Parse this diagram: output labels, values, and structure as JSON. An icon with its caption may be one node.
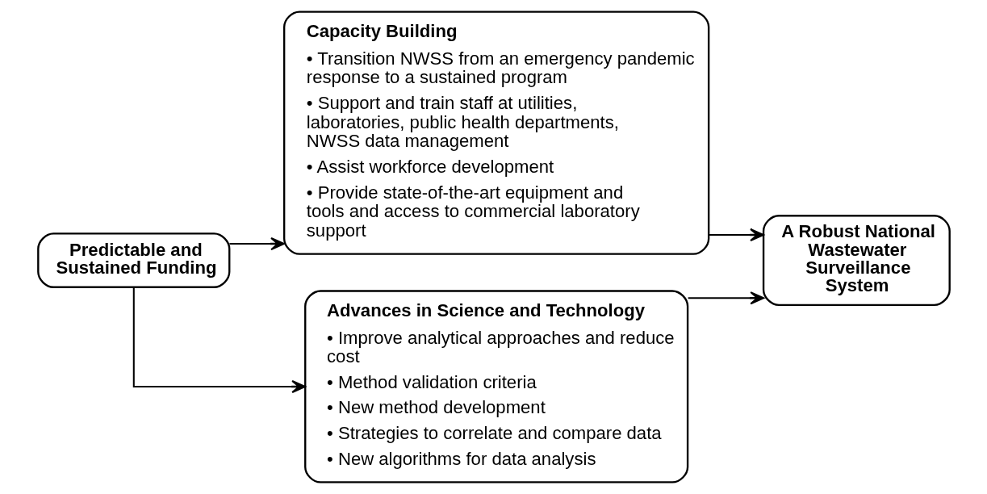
{
  "diagram": {
    "nodes": [
      {
        "text": [
          "Predictable and Sustained Funding"
        ]
      },
      {
        "text": [
          "Capacity Building",
          "• Transition NWSS from an emergency pandemic response to a sustained program",
          "• Support and train staff at utilities, laboratories, public health departments, NWSS data management",
          "• Assist workforce development",
          "• Provide state-of-the-art equipment and tools and access to commercial laboratory support"
        ]
      },
      {
        "text": [
          "Advances in Science and Technology",
          "• Improve analytical approaches and reduce cost",
          "• Method validation criteria",
          "• New method development",
          "• Strategies to correlate and compare data",
          "• New algorithms for data analysis"
        ]
      },
      {
        "text": [
          "A Robust National Wastewater Surveillance System"
        ]
      }
    ],
    "edges": [
      {
        "from": 0,
        "to": 1,
        "arrow": "to"
      },
      {
        "from": 0,
        "to": 2,
        "arrow": "to"
      },
      {
        "from": 1,
        "to": 3,
        "arrow": "to"
      },
      {
        "from": 2,
        "to": 3,
        "arrow": "to"
      }
    ]
  }
}
